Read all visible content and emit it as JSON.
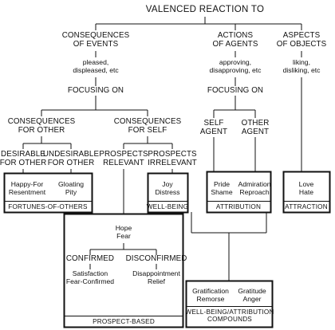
{
  "title": "VALENCED REACTION TO",
  "branches": {
    "events": {
      "label": [
        "CONSEQUENCES",
        "OF EVENTS"
      ],
      "reactions": [
        "pleased,",
        "displeased, etc"
      ]
    },
    "agents": {
      "label": [
        "ACTIONS",
        "OF AGENTS"
      ],
      "reactions": [
        "approving,",
        "disapproving, etc"
      ]
    },
    "objects": {
      "label": [
        "ASPECTS",
        "OF OBJECTS"
      ],
      "reactions": [
        "liking,",
        "disliking, etc"
      ]
    }
  },
  "focusing_on": "FOCUSING ON",
  "events_sub": {
    "other": [
      "CONSEQUENCES",
      "FOR OTHER"
    ],
    "self": [
      "CONSEQUENCES",
      "FOR SELF"
    ],
    "desirable": [
      "DESIRABLE",
      "FOR OTHER"
    ],
    "undesirable": [
      "UNDESIRABLE",
      "FOR OTHER"
    ],
    "prospects_relevant": [
      "PROSPECTS",
      "RELEVANT"
    ],
    "prospects_irrelevant": [
      "PROSPECTS",
      "IRRELEVANT"
    ]
  },
  "agents_sub": {
    "self_agent": [
      "SELF",
      "AGENT"
    ],
    "other_agent": [
      "OTHER",
      "AGENT"
    ]
  },
  "groups": {
    "fortunes": {
      "label": "FORTUNES-OF-OTHERS",
      "left": [
        "Happy-For",
        "Resentment"
      ],
      "right": [
        "Gloating",
        "Pity"
      ]
    },
    "wellbeing": {
      "label": "WELL-BEING",
      "emotions": [
        "Joy",
        "Distress"
      ]
    },
    "attribution": {
      "label": "ATTRIBUTION",
      "left": [
        "Pride",
        "Shame"
      ],
      "right": [
        "Admiration",
        "Reproach"
      ]
    },
    "attraction": {
      "label": "ATTRACTION",
      "emotions": [
        "Love",
        "Hate"
      ]
    },
    "prospect": {
      "label": "PROSPECT-BASED",
      "top": [
        "Hope",
        "Fear"
      ],
      "confirmed": "CONFIRMED",
      "disconfirmed": "DISCONFIRMED",
      "left": [
        "Satisfaction",
        "Fear-Confirmed"
      ],
      "right": [
        "Disappointment",
        "Relief"
      ]
    },
    "compounds": {
      "label": [
        "WELL-BEING/ATTRIBUTION",
        "COMPOUNDS"
      ],
      "left": [
        "Gratification",
        "Remorse"
      ],
      "right": [
        "Gratitude",
        "Anger"
      ]
    }
  }
}
